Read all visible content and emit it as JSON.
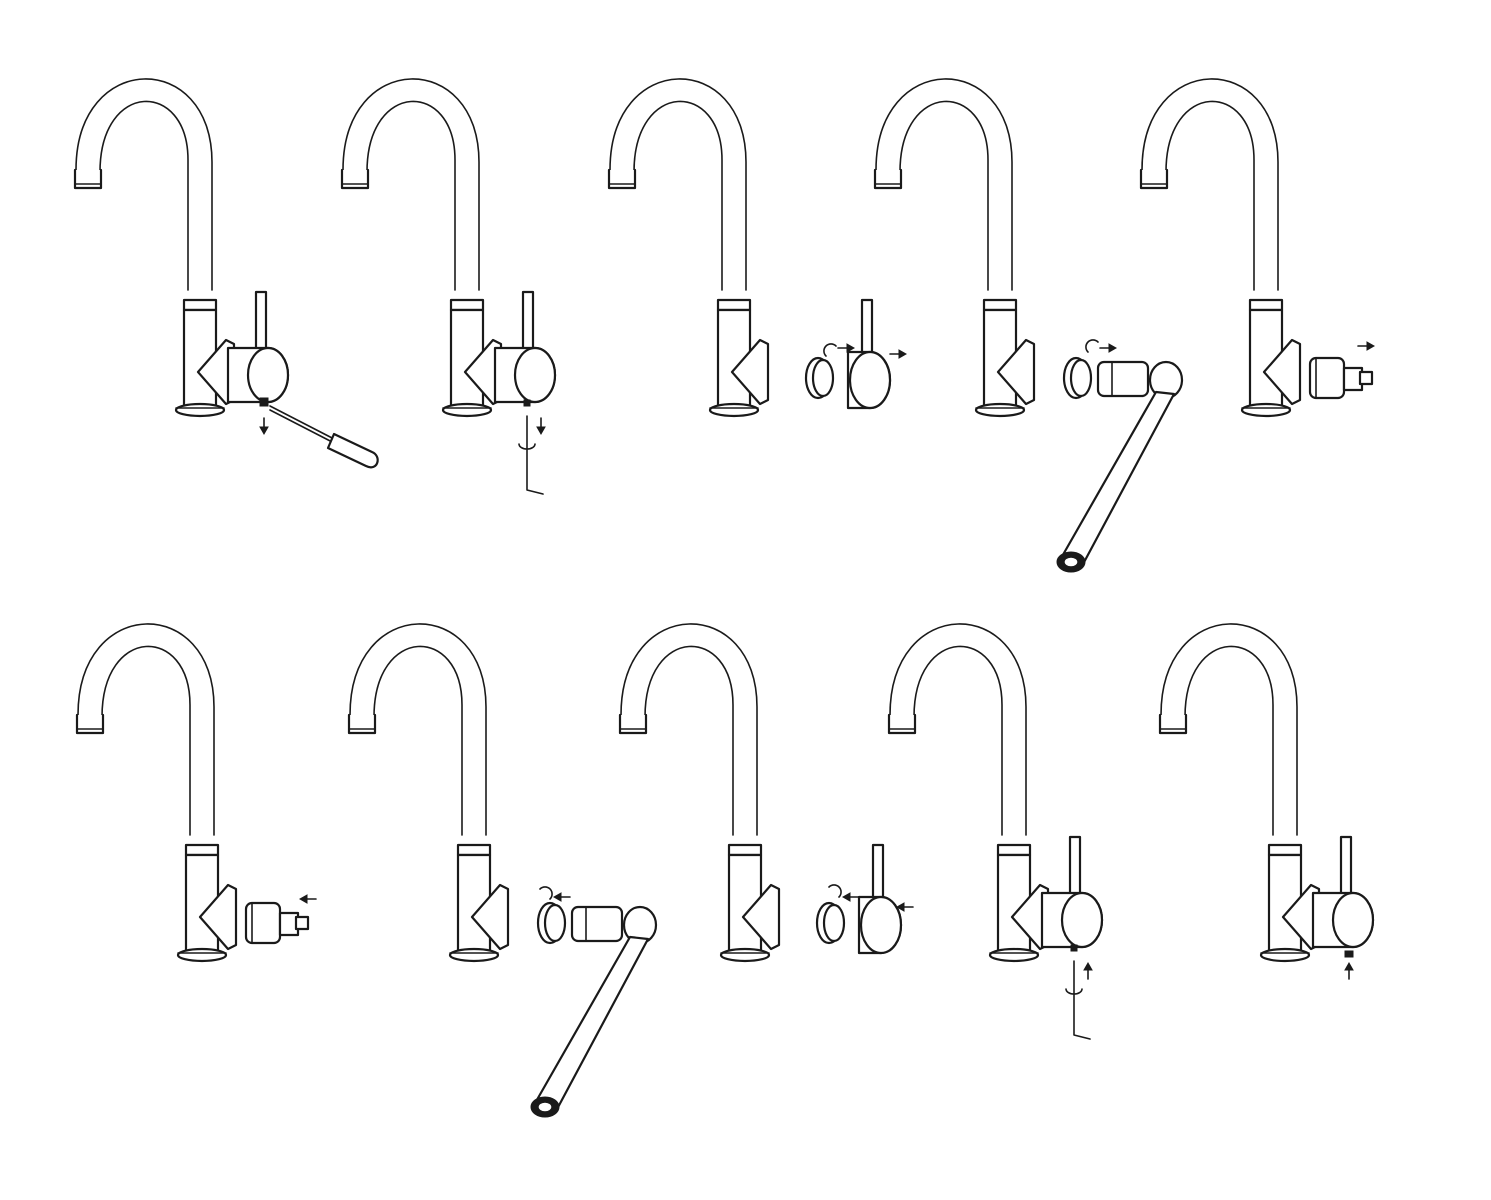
{
  "diagram": {
    "kind": "faucet-cartridge-replacement-steps",
    "rows": 2,
    "steps": [
      {
        "step": 1,
        "tool": "screwdriver",
        "action": "remove-set-screw-cap",
        "arrow": "down",
        "parts": [
          "handle-on"
        ]
      },
      {
        "step": 2,
        "tool": "hex-key",
        "action": "loosen-set-screw",
        "arrow": "down",
        "parts": [
          "handle-on"
        ]
      },
      {
        "step": 3,
        "tool": "none",
        "action": "remove-handle-and-cap",
        "arrow": "right",
        "parts": [
          "cap-ring",
          "handle-off"
        ]
      },
      {
        "step": 4,
        "tool": "wrench",
        "action": "unscrew-nut",
        "arrow": "right",
        "parts": [
          "cap-ring",
          "nut-with-wrench"
        ]
      },
      {
        "step": 5,
        "tool": "none",
        "action": "pull-out-cartridge",
        "arrow": "right",
        "parts": [
          "cartridge"
        ]
      },
      {
        "step": 6,
        "tool": "none",
        "action": "insert-new-cartridge",
        "arrow": "left",
        "parts": [
          "cartridge"
        ]
      },
      {
        "step": 7,
        "tool": "wrench",
        "action": "tighten-nut",
        "arrow": "left",
        "parts": [
          "cap-ring",
          "nut-with-wrench"
        ]
      },
      {
        "step": 8,
        "tool": "none",
        "action": "refit-cap-and-handle",
        "arrow": "left",
        "parts": [
          "cap-ring",
          "handle-off"
        ]
      },
      {
        "step": 9,
        "tool": "hex-key",
        "action": "tighten-set-screw",
        "arrow": "up",
        "parts": [
          "handle-on"
        ]
      },
      {
        "step": 10,
        "tool": "none",
        "action": "refit-set-screw-cap",
        "arrow": "up",
        "parts": [
          "handle-on"
        ]
      }
    ]
  }
}
